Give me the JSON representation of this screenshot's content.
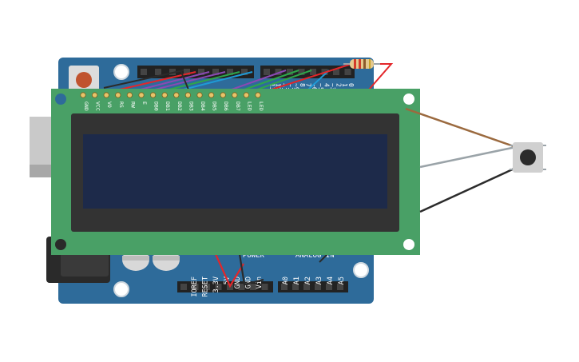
{
  "lcd": {
    "pins": [
      "GND",
      "VCC",
      "VO",
      "RS",
      "RW",
      "E",
      "DB0",
      "DB1",
      "DB2",
      "DB3",
      "DB4",
      "DB5",
      "DB6",
      "DB7",
      "LED",
      "LED"
    ]
  },
  "arduino": {
    "digital_pins": [
      "13",
      "12",
      "~11",
      "~10",
      "~9",
      "8",
      "7",
      "~6",
      "~5",
      "4",
      "~3",
      "2",
      "1",
      "0"
    ],
    "power_pins": [
      "IOREF",
      "RESET",
      "3.3V",
      "5V",
      "GND",
      "GND",
      "Vin"
    ],
    "power_label": "POWER",
    "analog_pins": [
      "A0",
      "A1",
      "A2",
      "A3",
      "A4",
      "A5"
    ],
    "analog_label": "ANALOG IN"
  },
  "colors": {
    "board": "#2e6b9a",
    "lcd_pcb": "#49a066",
    "lcd_bezel": "#333333",
    "lcd_screen": "#1d2a4a",
    "wire_red": "#e3262a",
    "wire_black": "#2b2b2b",
    "wire_brown": "#9b6a3f",
    "wire_gray": "#9aa3a8",
    "wire_purple": "#8a49b3",
    "wire_green": "#2ea64a",
    "wire_blue": "#1e9ad6"
  },
  "icons": [
    "usb-port-icon",
    "reset-button-icon",
    "power-jack-icon",
    "capacitor-icon",
    "resistor-icon",
    "pushbutton-icon"
  ]
}
